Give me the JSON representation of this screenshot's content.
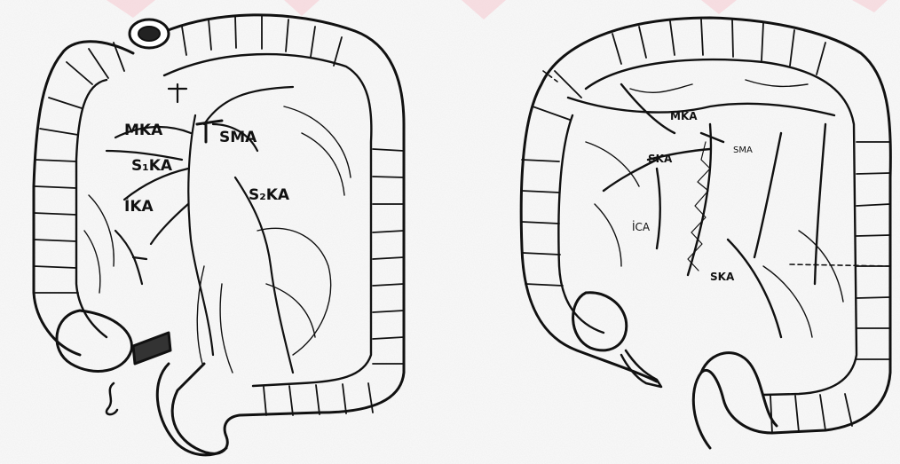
{
  "left_diagram": {
    "labels": {
      "mka": "MKA",
      "sma": "SMA",
      "s1ka": "S₁KA",
      "s2ka": "S₂KA",
      "ika": "İKA"
    }
  },
  "right_diagram": {
    "labels": {
      "mka": "MKA",
      "sma": "SMA",
      "ska_top": "SKA",
      "ica": "İCA",
      "ska_bottom": "SKA"
    }
  },
  "colors": {
    "ink": "#111111",
    "paper": "#fafafa",
    "watermark": "#f6c9cf"
  }
}
